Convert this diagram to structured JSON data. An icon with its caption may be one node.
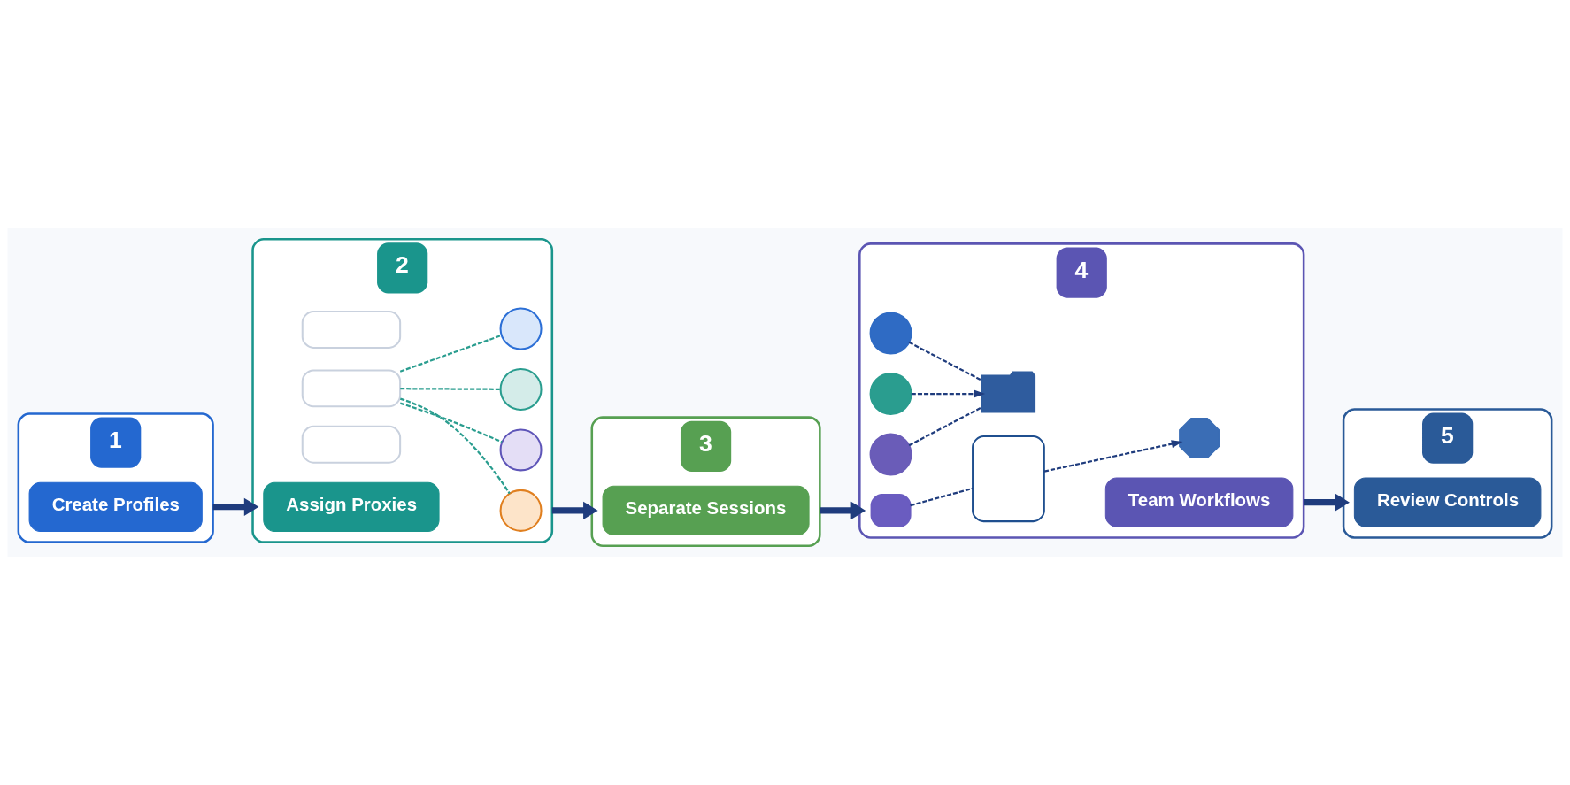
{
  "diagram": {
    "nodes": [
      {
        "text": [
          "1"
        ]
      },
      {
        "text": [
          "Create Profiles"
        ],
        "in": 0
      },
      {
        "text": [
          "2"
        ]
      },
      {
        "text": [],
        "shape": "box",
        "in": 2
      },
      {
        "text": [],
        "shape": "circle",
        "in": 2
      },
      {
        "text": [],
        "shape": "box",
        "in": 2
      },
      {
        "text": [],
        "shape": "circle",
        "in": 2
      },
      {
        "text": [],
        "shape": "box",
        "in": 2
      },
      {
        "text": [],
        "shape": "circle",
        "in": 2
      },
      {
        "text": [],
        "shape": "circle",
        "in": 2
      },
      {
        "text": [
          "Assign Proxies"
        ],
        "in": 2
      },
      {
        "text": [
          "3"
        ]
      },
      {
        "text": [
          "Separate Sessions"
        ],
        "in": 11
      },
      {
        "text": [
          "4"
        ]
      },
      {
        "text": [],
        "shape": "circle",
        "in": 13
      },
      {
        "text": [],
        "shape": "circle",
        "in": 13
      },
      {
        "text": [],
        "shape": "circle",
        "in": 13
      },
      {
        "text": [],
        "shape": "folder",
        "in": 13
      },
      {
        "text": [],
        "shape": "box",
        "in": 13
      },
      {
        "text": [],
        "shape": "bubble",
        "in": 13
      },
      {
        "text": [],
        "shape": "gear",
        "in": 13
      },
      {
        "text": [
          "Team Workflows"
        ],
        "in": 13
      },
      {
        "text": [
          "5"
        ]
      },
      {
        "text": [
          "Review Controls"
        ],
        "in": 22
      }
    ],
    "edges": [
      {
        "from": 0,
        "to": 2,
        "arrow": "to",
        "style": "thick"
      },
      {
        "from": 5,
        "to": 4,
        "arrow": "none",
        "style": "dashed",
        "color": "#2a9d8f"
      },
      {
        "from": 5,
        "to": 6,
        "arrow": "none",
        "style": "dashed",
        "color": "#2a9d8f"
      },
      {
        "from": 5,
        "to": 8,
        "arrow": "none",
        "style": "dashed",
        "color": "#2a9d8f"
      },
      {
        "from": 5,
        "to": 9,
        "arrow": "none",
        "style": "dashed",
        "color": "#2a9d8f"
      },
      {
        "from": 2,
        "to": 11,
        "arrow": "to",
        "style": "thick"
      },
      {
        "from": 14,
        "to": 17,
        "arrow": "none",
        "style": "dashed"
      },
      {
        "from": 15,
        "to": 17,
        "arrow": "to",
        "style": "dashed"
      },
      {
        "from": 16,
        "to": 17,
        "arrow": "none",
        "style": "dashed"
      },
      {
        "from": 19,
        "to": 18,
        "arrow": "none",
        "style": "dashed"
      },
      {
        "from": 18,
        "to": 20,
        "arrow": "to",
        "style": "dashed"
      },
      {
        "from": 11,
        "to": 13,
        "arrow": "to",
        "style": "thick"
      },
      {
        "from": 13,
        "to": 22,
        "arrow": "to",
        "style": "thick"
      }
    ]
  }
}
